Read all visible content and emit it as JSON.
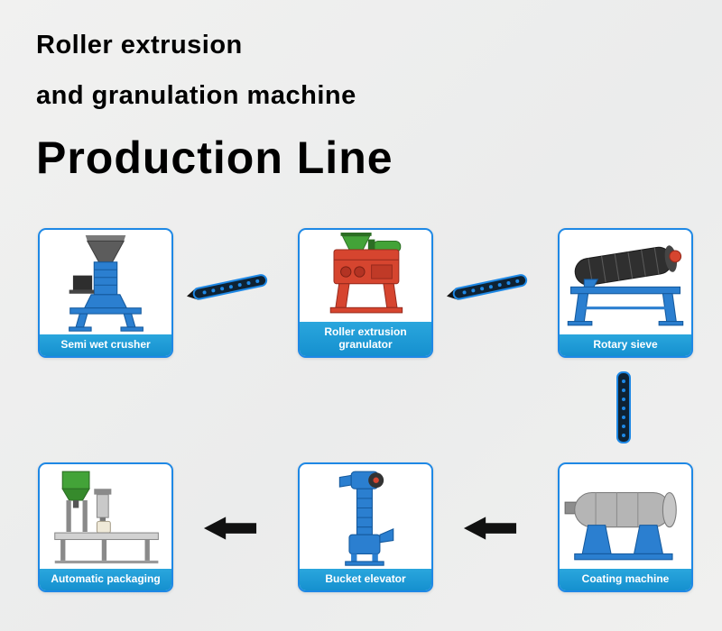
{
  "title": {
    "line1": "Roller extrusion",
    "line2": "and granulation machine",
    "line3": "Production Line"
  },
  "cards": [
    {
      "id": "semi-wet-crusher",
      "label": "Semi wet crusher"
    },
    {
      "id": "roller-extrusion-granulator",
      "label": "Roller extrusion granulator"
    },
    {
      "id": "rotary-sieve",
      "label": "Rotary sieve"
    },
    {
      "id": "automatic-packaging",
      "label": "Automatic packaging"
    },
    {
      "id": "bucket-elevator",
      "label": "Bucket elevator"
    },
    {
      "id": "coating-machine",
      "label": "Coating machine"
    }
  ],
  "flow": {
    "row1_connectors": [
      "inclined-conveyor-icon",
      "inclined-conveyor-icon"
    ],
    "row_link_connector": "vertical-conveyor-icon",
    "row2_connectors": [
      "arrow-left-icon",
      "arrow-left-icon"
    ],
    "sequence": [
      "Semi wet crusher",
      "Roller extrusion granulator",
      "Rotary sieve",
      "Coating machine",
      "Bucket elevator",
      "Automatic packaging"
    ]
  },
  "colors": {
    "background": "#efefee",
    "card_border": "#1e88e5",
    "label_bar": "#1a9ad6",
    "label_text": "#ffffff",
    "title_text": "#000000",
    "machine_blue": "#2b7fd0",
    "machine_red": "#d6452f",
    "machine_green": "#43a338",
    "machine_gray": "#b5b5b5",
    "arrow_black": "#111111"
  }
}
